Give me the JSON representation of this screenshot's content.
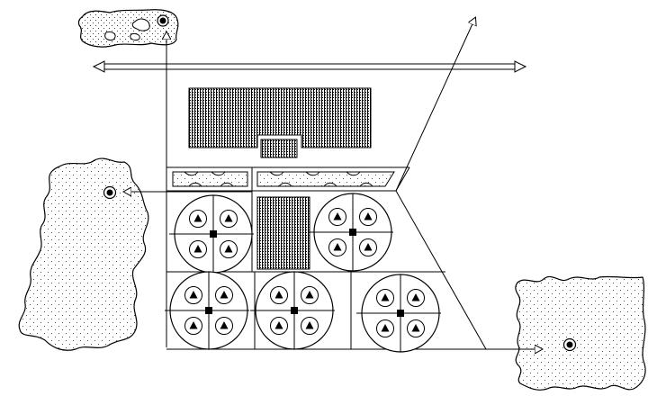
{
  "diagram": {
    "palette": {
      "stroke": "#000000",
      "background": "#ffffff",
      "stipple_dot": "#555555",
      "hatch": "#000000"
    },
    "regions": [
      {
        "id": "top-left-blob",
        "kind": "speckled-patch",
        "marker": "target-dot"
      },
      {
        "id": "left-blob",
        "kind": "speckled-patch",
        "marker": "target-dot"
      },
      {
        "id": "bottom-right-blob",
        "kind": "speckled-patch",
        "marker": "target-dot"
      }
    ],
    "trap_units": {
      "count": 5,
      "center_symbol": "filled-square",
      "inner_symbol": "triangle",
      "inner_count": 4
    },
    "hatched_blocks": 3,
    "dotted_strips": 2,
    "arrows": 5
  }
}
